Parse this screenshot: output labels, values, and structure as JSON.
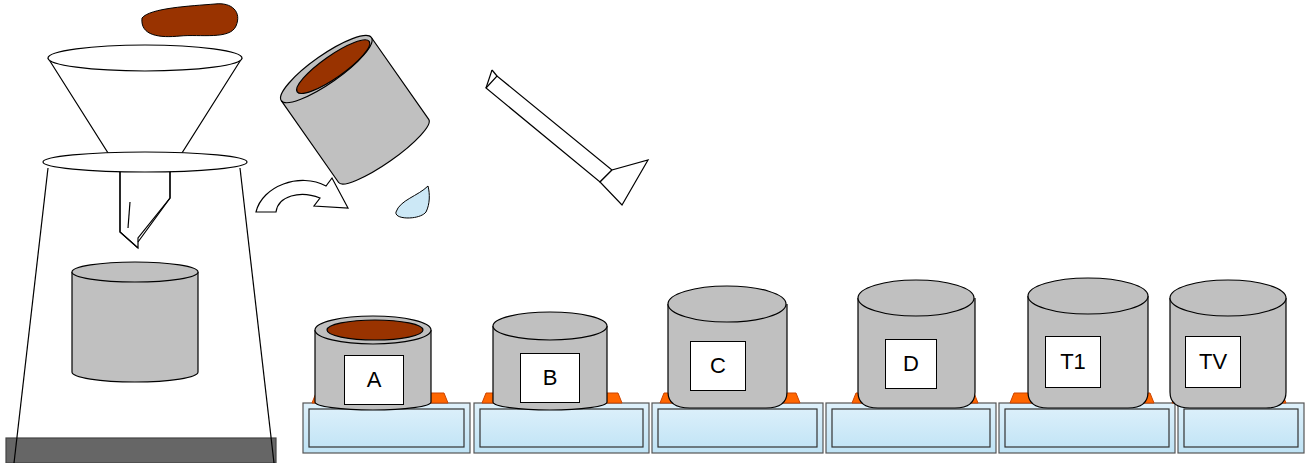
{
  "diagram": {
    "nodes": [
      {
        "text": [
          "A"
        ]
      },
      {
        "text": [
          "B"
        ]
      },
      {
        "text": [
          "C"
        ]
      },
      {
        "text": [
          "D"
        ]
      },
      {
        "text": [
          "T1"
        ]
      },
      {
        "text": [
          "TV"
        ]
      }
    ]
  }
}
